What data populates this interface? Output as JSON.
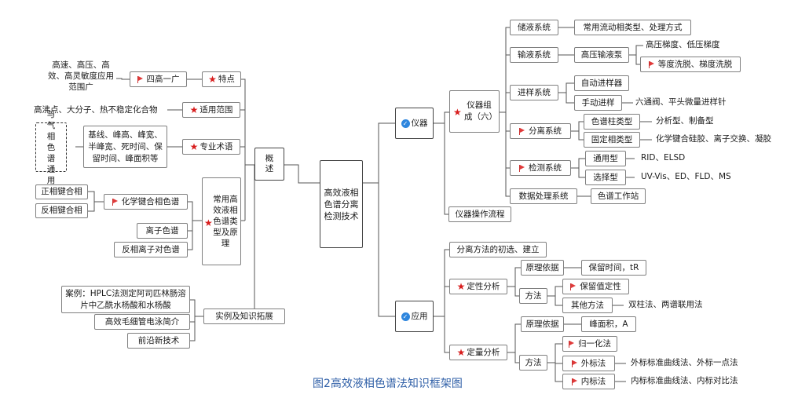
{
  "center": "高效液相色谱分离检测技术",
  "caption": "图2高效液相色谱法知识框架图",
  "left": {
    "overview": "概述",
    "features": "特点",
    "four_high": "四高一广",
    "four_high_desc": "高速、高压、高效、高灵敏度应用范围广",
    "scope": "适用范围",
    "scope_desc": "高沸点、大分子、热不稳定化合物",
    "terms": "专业术语",
    "terms_desc": "基线、峰高、峰宽、半峰宽、死时间、保留时间、峰面积等",
    "same_as_gc": "与气相色谱通用",
    "types": "常用高效液相色谱类型及原理",
    "bonded": "化学键合相色谱",
    "normal_phase": "正相键合相",
    "reverse_phase": "反相键合相",
    "ion": "离子色谱",
    "ion_pair": "反相离子对色谱",
    "examples": "实例及知识拓展",
    "case": "案例：HPLC法测定阿司匹林肠溶片中乙酰水杨酸和水杨酸",
    "ce": "高效毛细管电泳简介",
    "frontier": "前沿新技术"
  },
  "right": {
    "instrument": "仪器",
    "composition": "仪器组成（六）",
    "storage": "储液系统",
    "storage_desc": "常用流动相类型、处理方式",
    "delivery": "输液系统",
    "pump": "高压输液泵",
    "gradient": "高压梯度、低压梯度",
    "elution": "等度洗脱、梯度洗脱",
    "injection": "进样系统",
    "auto_inject": "自动进样器",
    "manual_inject": "手动进样",
    "manual_desc": "六通阀、平头微量进样针",
    "separation": "分离系统",
    "column_type": "色谱柱类型",
    "column_desc": "分析型、制备型",
    "stationary": "固定相类型",
    "stationary_desc": "化学键合硅胶、离子交换、凝胶",
    "detection": "检测系统",
    "universal": "通用型",
    "universal_desc": "RID、ELSD",
    "selective": "选择型",
    "selective_desc": "UV-Vis、ED、FLD、MS",
    "data": "数据处理系统",
    "workstation": "色谱工作站",
    "operation": "仪器操作流程",
    "application": "应用",
    "method_select": "分离方法的初选、建立",
    "qualitative": "定性分析",
    "principle1": "原理依据",
    "retention_time": "保留时间，tR",
    "method1": "方法",
    "retention_qual": "保留值定性",
    "other_methods": "其他方法",
    "other_desc": "双柱法、两谱联用法",
    "quantitative": "定量分析",
    "principle2": "原理依据",
    "peak_area": "峰面积，A",
    "method2": "方法",
    "normalization": "归一化法",
    "external": "外标法",
    "external_desc": "外标标准曲线法、外标一点法",
    "internal": "内标法",
    "internal_desc": "内标标准曲线法、内标对比法"
  },
  "colors": {
    "star": "#d81e1e",
    "flag": "#e03a3a",
    "check": "#2e86de",
    "caption": "#2f5fa7"
  }
}
